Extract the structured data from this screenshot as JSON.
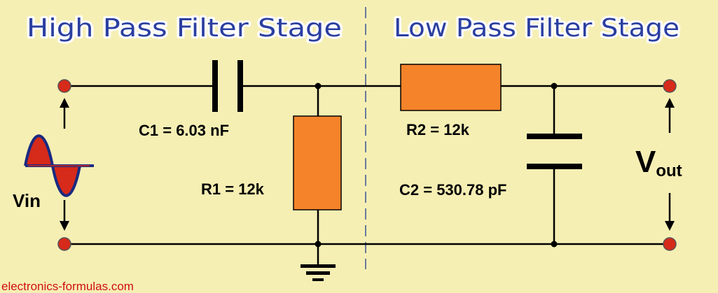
{
  "titles": {
    "high_pass": "High Pass Filter Stage",
    "low_pass": "Low Pass Filter Stage"
  },
  "components": {
    "c1": "C1 = 6.03 nF",
    "r1": "R1 = 12k",
    "r2": "R2 = 12k",
    "c2": "C2 = 530.78 pF"
  },
  "signals": {
    "vin": "Vin",
    "vout_main": "V",
    "vout_sub": "out"
  },
  "credit": "electronics-formulas.com",
  "colors": {
    "background": "#f6efb4",
    "title": "#2b3fa0",
    "resistor": "#f5832a",
    "terminal": "#d62a1a",
    "wire": "#000000",
    "wave_fill": "#d62a1a",
    "wave_stroke": "#1a2a80",
    "divider": "#6a7a9a",
    "credit": "#d01010"
  },
  "icons": {
    "source": "sine-wave-icon",
    "ground": "ground-icon"
  }
}
